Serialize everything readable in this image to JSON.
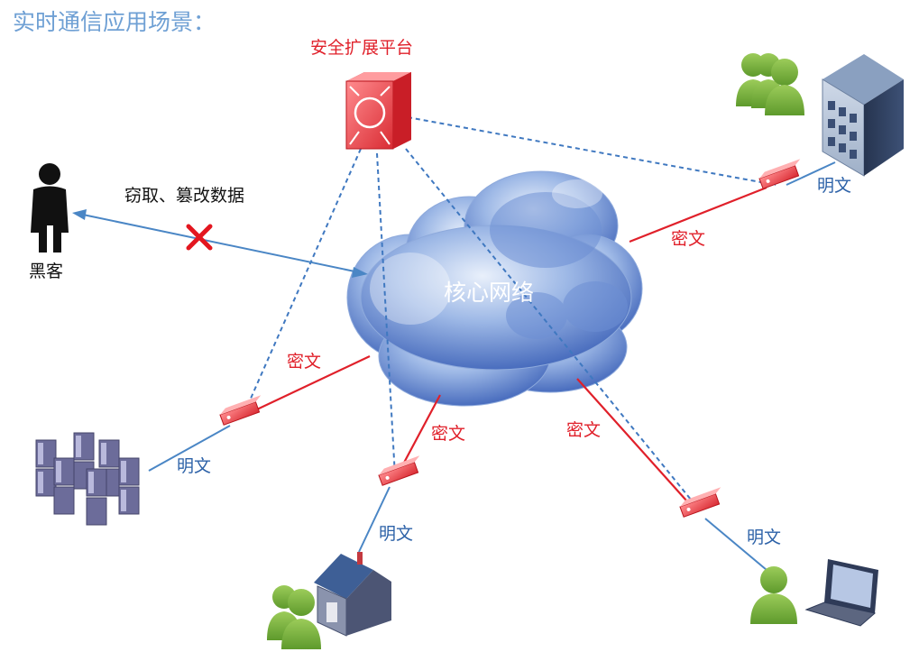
{
  "title": "实时通信应用场景：",
  "platform": {
    "label": "安全扩展平台"
  },
  "network": {
    "label": "核心网络"
  },
  "hacker": {
    "label": "黑客",
    "attack_label": "窃取、篡改数据"
  },
  "links": {
    "cipher_label": "密文",
    "plain_label": "明文"
  },
  "colors": {
    "title": "#6fa0d4",
    "cipher_line": "#e0202a",
    "plain_line": "#4a86c5",
    "dashed_line": "#3f78c0",
    "device_red": "#e8444a",
    "user_green": "#7cb342"
  },
  "icons": {
    "platform": "security-platform-icon",
    "gateway": "encryption-gateway-icon",
    "office": "office-building-icon",
    "servers": "server-cluster-icon",
    "home": "house-icon",
    "laptop": "laptop-icon",
    "users": "user-group-icon",
    "hacker": "hacker-person-icon",
    "blocked": "block-x-icon",
    "cloud": "cloud-icon"
  }
}
